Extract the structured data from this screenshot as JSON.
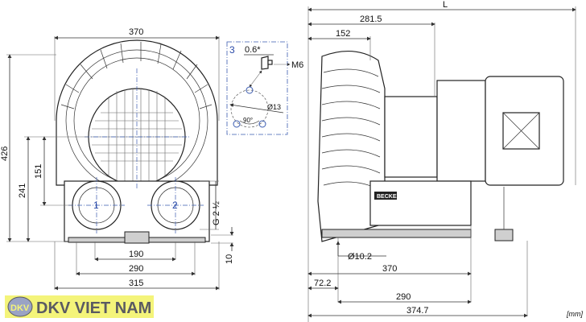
{
  "front_view": {
    "width_top": "370",
    "height_total": "426",
    "height_241": "241",
    "height_151": "151",
    "port_1": "1",
    "port_2": "2",
    "port_thread": "G 2 ½",
    "base_height": "10",
    "hole_spacing": "190",
    "foot_width": "290",
    "base_width": "315"
  },
  "detail": {
    "label": "3",
    "offset": "0.6*",
    "screw": "M6",
    "diameter": "Ø13",
    "angle": "90°"
  },
  "side_view": {
    "length": "L",
    "dim_281": "281.5",
    "dim_152": "152",
    "brand": "BECKER",
    "hole_diameter": "Ø10.2",
    "dim_370": "370",
    "dim_72": "72.2",
    "dim_290": "290",
    "dim_374": "374.7"
  },
  "units": "[mm]",
  "logo": {
    "text": "DKV VIET NAM",
    "mark": "DKV",
    "bg": "#f4f47a",
    "color": "#5a5a62"
  }
}
